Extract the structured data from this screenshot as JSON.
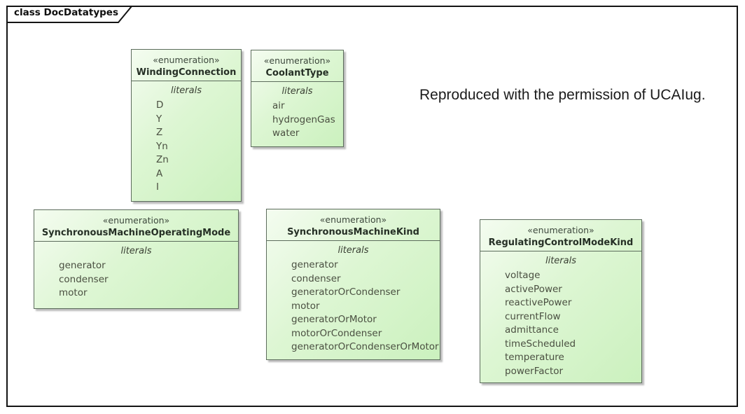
{
  "frame": {
    "label": "class DocDatatypes"
  },
  "annotation": {
    "text": "Reproduced with the permission of UCAIug."
  },
  "colors": {
    "box_fill_light": "#f4fcf0",
    "box_fill_dark": "#cbf1be",
    "box_border": "#5c6c5c",
    "frame_border": "#141414",
    "literal_text": "#4a4f41",
    "shadow": "#bcbcbc"
  },
  "enumerations": [
    {
      "stereotype": "«enumeration»",
      "name": "WindingConnection",
      "literals_label": "literals",
      "literals": [
        "D",
        "Y",
        "Z",
        "Yn",
        "Zn",
        "A",
        "I"
      ]
    },
    {
      "stereotype": "«enumeration»",
      "name": "CoolantType",
      "literals_label": "literals",
      "literals": [
        "air",
        "hydrogenGas",
        "water"
      ]
    },
    {
      "stereotype": "«enumeration»",
      "name": "SynchronousMachineOperatingMode",
      "literals_label": "literals",
      "literals": [
        "generator",
        "condenser",
        "motor"
      ]
    },
    {
      "stereotype": "«enumeration»",
      "name": "SynchronousMachineKind",
      "literals_label": "literals",
      "literals": [
        "generator",
        "condenser",
        "generatorOrCondenser",
        "motor",
        "generatorOrMotor",
        "motorOrCondenser",
        "generatorOrCondenserOrMotor"
      ]
    },
    {
      "stereotype": "«enumeration»",
      "name": "RegulatingControlModeKind",
      "literals_label": "literals",
      "literals": [
        "voltage",
        "activePower",
        "reactivePower",
        "currentFlow",
        "admittance",
        "timeScheduled",
        "temperature",
        "powerFactor"
      ]
    }
  ]
}
